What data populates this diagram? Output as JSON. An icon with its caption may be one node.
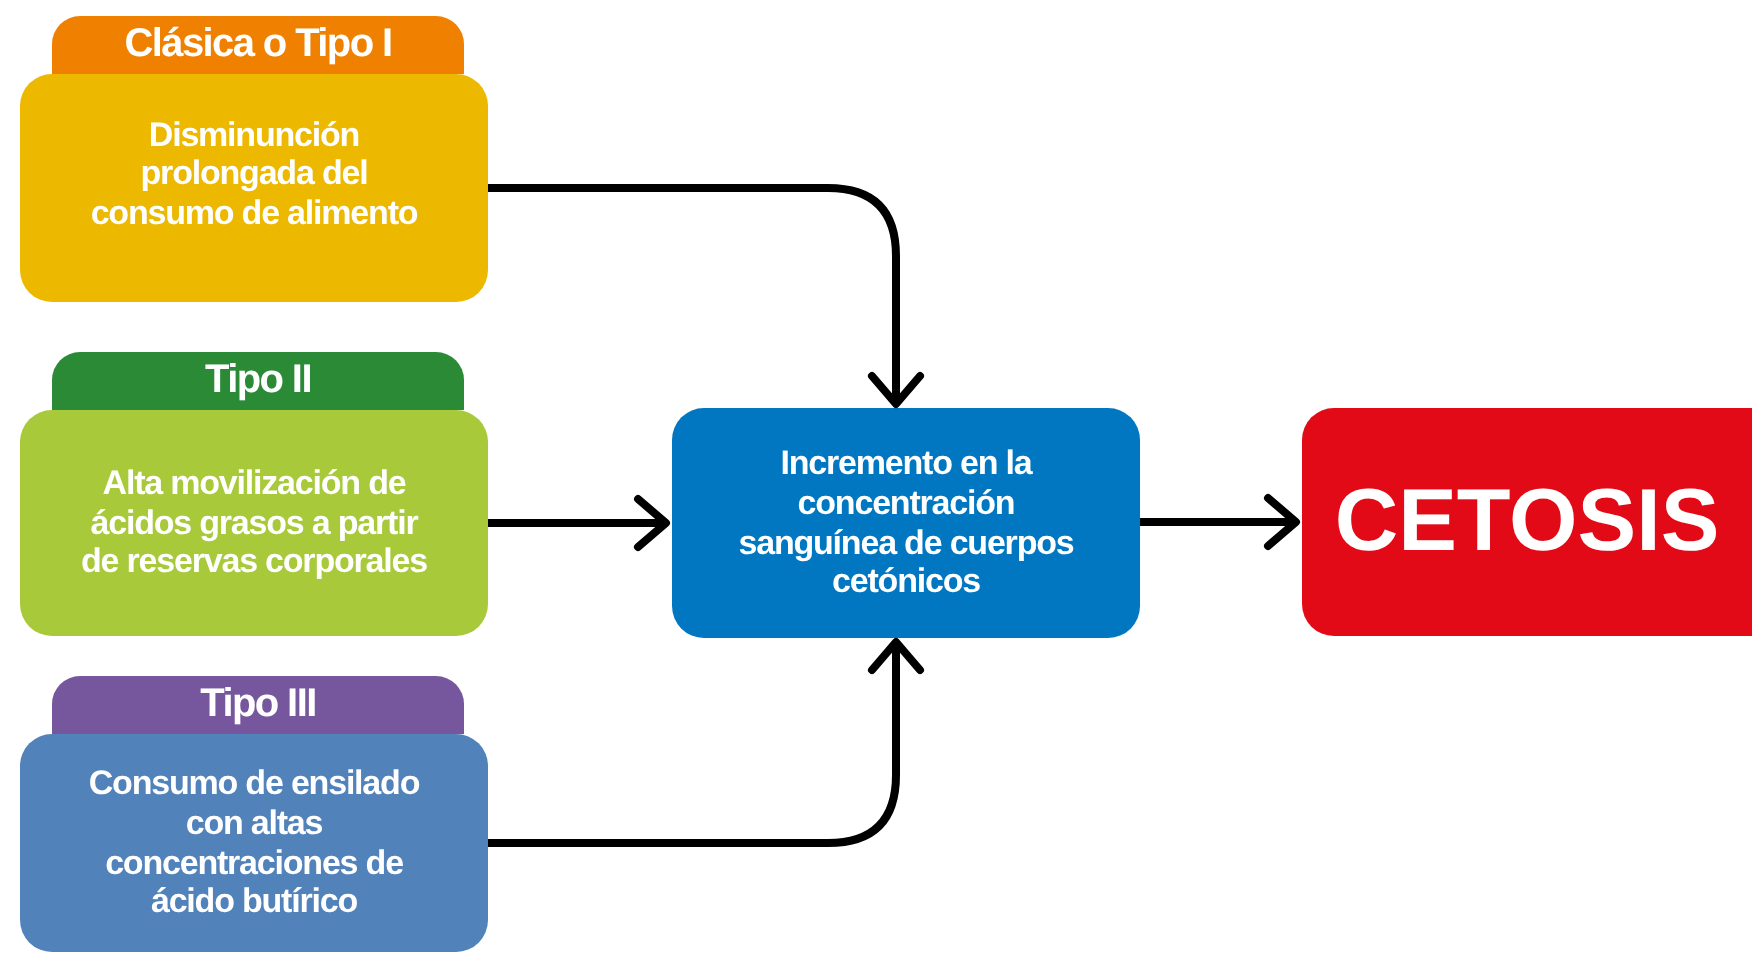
{
  "diagram": {
    "nodes": [
      {
        "text": [
          "Clásica o Tipo I"
        ]
      },
      {
        "text": [
          "Disminunción prolongada del consumo de alimento"
        ]
      },
      {
        "text": [
          "Tipo II"
        ]
      },
      {
        "text": [
          "Alta movilización de ácidos grasos a partir de reservas corporales"
        ]
      },
      {
        "text": [
          "Tipo III"
        ]
      },
      {
        "text": [
          "Consumo de ensilado con altas concentraciones de ácido butírico"
        ]
      },
      {
        "text": [
          "Incremento en la concentración sanguínea de cuerpos cetónicos"
        ]
      },
      {
        "text": [
          "CETOSIS"
        ]
      }
    ],
    "edges": [
      {
        "from": 1,
        "to": 6,
        "arrow": "to"
      },
      {
        "from": 3,
        "to": 6,
        "arrow": "to"
      },
      {
        "from": 5,
        "to": 6,
        "arrow": "to"
      },
      {
        "from": 6,
        "to": 7,
        "arrow": "to"
      }
    ]
  }
}
